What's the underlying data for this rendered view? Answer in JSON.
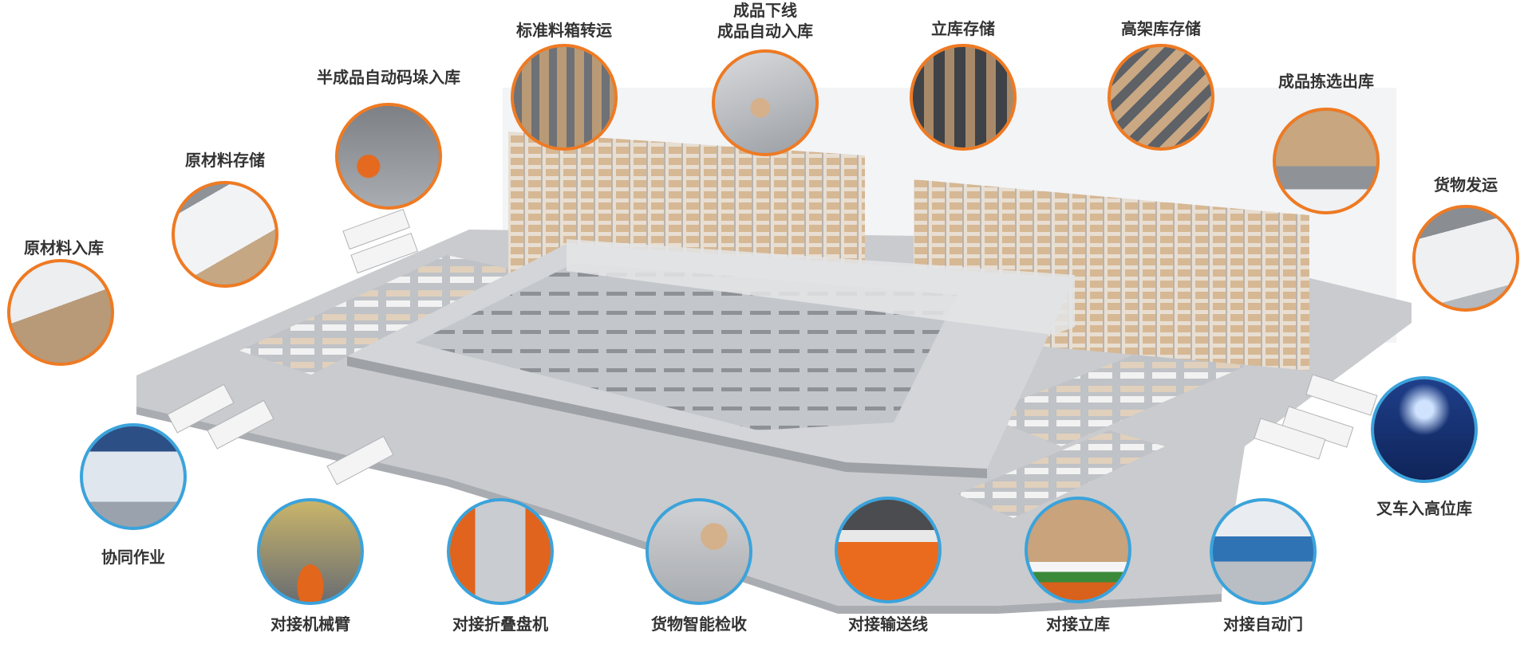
{
  "colors": {
    "orange_ring": "#ef7a22",
    "blue_ring": "#3aa3dc",
    "floor": "#c9cbce",
    "rack": "#d9bfa0"
  },
  "top_stations": [
    {
      "label": "原材料入库",
      "icon": "truck-unloading-photo"
    },
    {
      "label": "原材料存储",
      "icon": "material-storage-photo"
    },
    {
      "label": "半成品自动码垛入库",
      "icon": "palletizing-robot-photo"
    },
    {
      "label": "标准料箱转运",
      "icon": "bin-transfer-photo"
    },
    {
      "label_line1": "成品下线",
      "label_line2": "成品自动入库",
      "icon": "finished-goods-inbound-photo"
    },
    {
      "label": "立库存储",
      "icon": "asrs-storage-photo"
    },
    {
      "label": "高架库存储",
      "icon": "high-bay-storage-photo"
    },
    {
      "label": "成品拣选出库",
      "icon": "picking-outbound-photo"
    },
    {
      "label": "货物发运",
      "icon": "shipping-trucks-photo"
    }
  ],
  "bottom_stations": [
    {
      "label": "叉车入高位库",
      "icon": "forklift-high-bay-photo"
    },
    {
      "label": "协同作业",
      "icon": "collaboration-photo"
    },
    {
      "label": "对接机械臂",
      "icon": "robot-arm-photo"
    },
    {
      "label": "对接折叠盘机",
      "icon": "pallet-folder-photo"
    },
    {
      "label": "货物智能检收",
      "icon": "inspection-photo"
    },
    {
      "label": "对接输送线",
      "icon": "conveyor-photo"
    },
    {
      "label": "对接立库",
      "icon": "asrs-dock-photo"
    },
    {
      "label": "对接自动门",
      "icon": "auto-door-photo"
    }
  ]
}
